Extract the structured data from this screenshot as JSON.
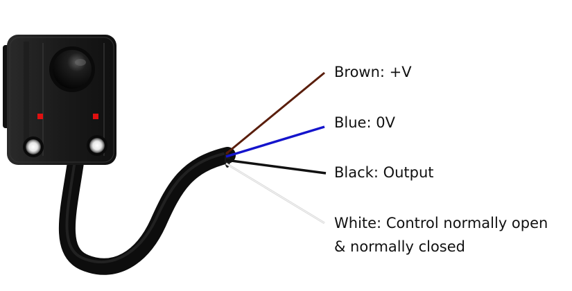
{
  "diagram": {
    "device": "photoelectric-sensor",
    "wires": [
      {
        "id": "brown",
        "label": "Brown: +V",
        "color": "#5a1e0c"
      },
      {
        "id": "blue",
        "label": "Blue: 0V",
        "color": "#1414cc"
      },
      {
        "id": "black",
        "label": "Black: Output",
        "color": "#111111"
      },
      {
        "id": "white",
        "label_line1": "White: Control normally open",
        "label_line2": "& normally closed",
        "color": "#d9d9d9"
      }
    ],
    "indicator_color": "#e01010"
  }
}
